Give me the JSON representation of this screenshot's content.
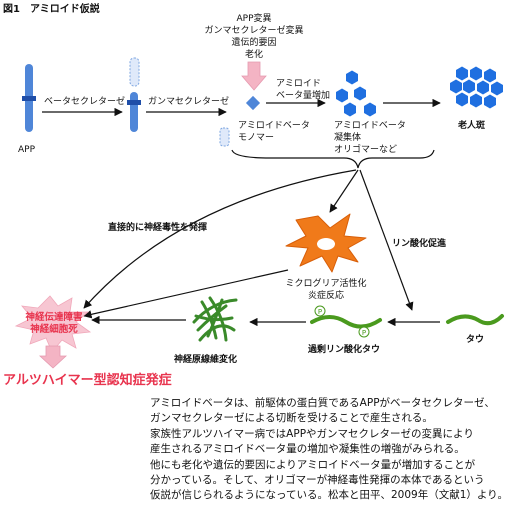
{
  "figure": {
    "number": "図1",
    "title": "アミロイド仮説"
  },
  "labels": {
    "app": "APP",
    "beta_secretase": "ベータセクレターゼ",
    "gamma_secretase": "ガンマセクレターゼ",
    "factors": [
      "APP変異",
      "ガンマセクレターゼ変異",
      "遺伝的要因",
      "老化"
    ],
    "amyloid_increase": [
      "アミロイド",
      "ベータ量増加"
    ],
    "monomer": [
      "アミロイドベータ",
      "モノマー"
    ],
    "aggregate": [
      "アミロイドベータ",
      "凝集体",
      "オリゴマーなど"
    ],
    "plaque": "老人斑",
    "direct_toxicity": "直接的に神経毒性を発揮",
    "phosphorylation": "リン酸化促進",
    "microglia": [
      "ミクログリア活性化",
      "炎症反応"
    ],
    "neuron_death": [
      "神経伝達障害",
      "神経細胞死"
    ],
    "tangle": "神経原線維変化",
    "hyper_tau": "過剰リン酸化タウ",
    "tau": "タウ",
    "p_mark": "P",
    "disease": "アルツハイマー型認知症発症"
  },
  "caption": [
    "アミロイドベータは、前駆体の蛋白質であるAPPがベータセクレターゼ、",
    "ガンマセクレターゼによる切断を受けることで産生される。",
    "家族性アルツハイマー病ではAPPやガンマセクレターゼの変異により",
    "産生されるアミロイドベータ量の増加や凝集性の増強がみられる。",
    "他にも老化や遺伝的要因によりアミロイドベータ量が増加することが",
    "分かっている。そして、オリゴマーが神経毒性発揮の本体であるという",
    "仮説が信じられるようになっている。松本と田平、2009年（文献1）より。"
  ],
  "colors": {
    "app_blue": "#4f86d8",
    "hex_blue": "#1f6fe0",
    "pink_arrow": "#f4b4c4",
    "star_pink": "#f7c6d2",
    "red_text": "#e8344e",
    "microglia_orange": "#f07a1a",
    "tau_green": "#4a9a1e",
    "tangle_green": "#3a8a2a"
  }
}
